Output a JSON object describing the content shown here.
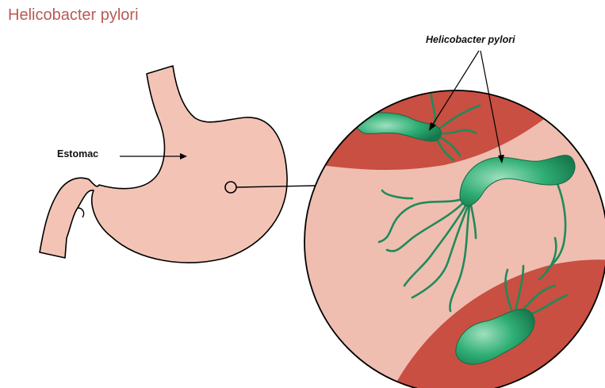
{
  "title": "Helicobacter pylori",
  "labels": {
    "stomach": "Estomac",
    "bacteria": "Helicobacter pylori"
  },
  "colors": {
    "title": "#b85a55",
    "stomach_fill": "#f3c4b5",
    "mucosa_light": "#efbeb0",
    "mucosa_dark": "#c84f41",
    "bacteria": "#1f9a66",
    "flagella": "#1f8a5a",
    "outline": "#000000"
  }
}
